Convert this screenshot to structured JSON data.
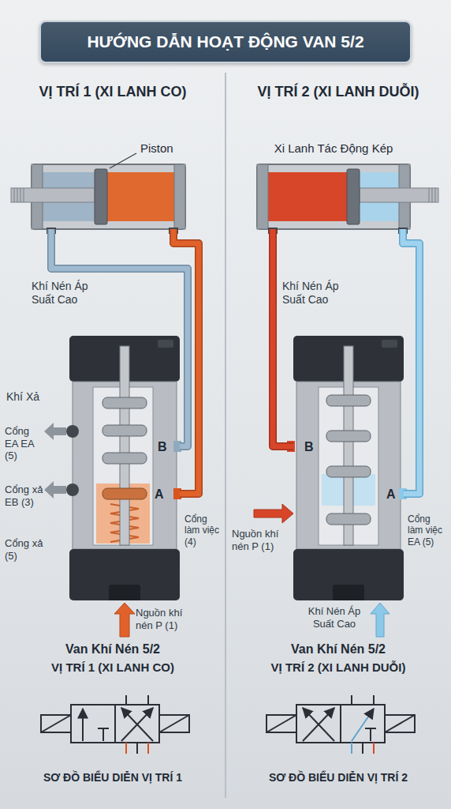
{
  "diagram": {
    "title": "HƯỚNG DẪN HOẠT ĐỘNG VAN 5/2",
    "nodes": [
      {
        "text": [
          "Piston"
        ]
      },
      {
        "text": [
          "B",
          "A"
        ]
      },
      {
        "text": [
          "Xi Lanh Tác Động Kép"
        ]
      },
      {
        "text": [
          "B",
          "A"
        ]
      }
    ],
    "edges": [
      {
        "from": 1,
        "to": 0,
        "arrow": "none"
      },
      {
        "from": 1,
        "to": 0,
        "arrow": "none"
      },
      {
        "from": 3,
        "to": 2,
        "arrow": "none"
      },
      {
        "from": 3,
        "to": 2,
        "arrow": "none"
      }
    ],
    "labels": [
      "VỊ TRÍ 1 (XI LANH CO)",
      "VỊ TRÍ 2 (XI LANH DUỖI)",
      "Khí Nén Áp Suất Cao",
      "Khí Xả",
      "Cổng EA EA (5)",
      "Cổng xả EB (3)",
      "Cổng xả (5)",
      "Cổng làm việc (4)",
      "Nguồn khí nén P (1)",
      "Khí Nén Áp Suất Cao",
      "Nguồn khí nén P (1)",
      "Cổng làm việc EA (5)",
      "Khí Nén Áp Suất Cao",
      "Van Khí Nén 5/2",
      "VỊ TRÍ 1 (XI LANH CO)",
      "Van Khí Nén 5/2",
      "VỊ TRÍ 2 (XI LANH DUỖI)",
      "SƠ ĐỒ BIỂU DIỄN VỊ TRÍ 1",
      "SƠ ĐỒ BIỂU DIỄN VỊ TRÍ 2"
    ]
  }
}
